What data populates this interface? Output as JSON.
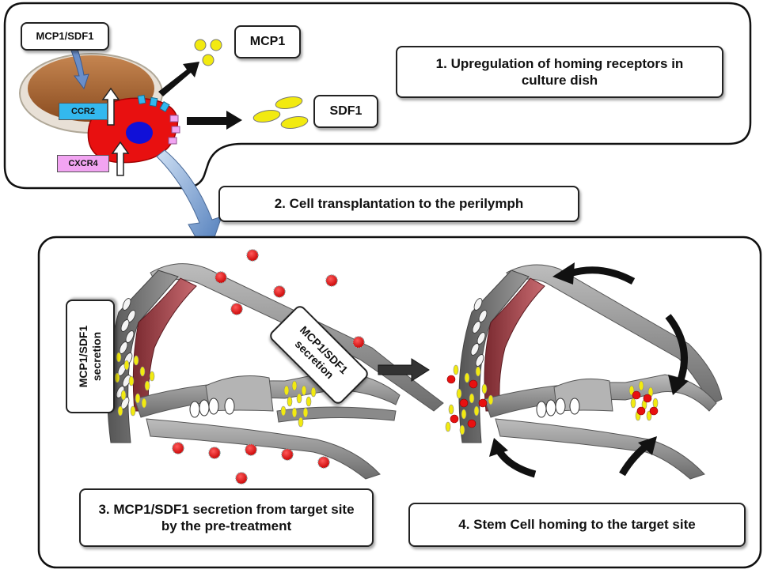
{
  "top_panel": {
    "dish_label": "MCP1/SDF1",
    "receptor_ccr2": "CCR2",
    "receptor_cxcr4": "CXCR4",
    "mcp1_label": "MCP1",
    "sdf1_label": "SDF1",
    "step1": "1. Upregulation of homing receptors in culture dish"
  },
  "step2": "2. Cell transplantation to the perilymph",
  "bottom_panel": {
    "secretion_left": "MCP1/SDF1 secretion",
    "secretion_right": "MCP1/SDF1 secretion",
    "step3": "3. MCP1/SDF1 secretion from target site by the pre-treatment",
    "step4": "4. Stem Cell homing to the target site"
  },
  "colors": {
    "stem_cell": "#e81010",
    "nucleus": "#1010d8",
    "ccr2": "#33b8ee",
    "cxcr4": "#f2a4f2",
    "chemokine": "#f2ea10",
    "dish": "#c07a40",
    "tissue": "#9a9a9a",
    "stria": "#a0404a"
  },
  "icons": [
    "upward-arrow-icon",
    "black-arrow-icon",
    "curved-arrow-icon",
    "blue-transplant-arrow-icon"
  ]
}
